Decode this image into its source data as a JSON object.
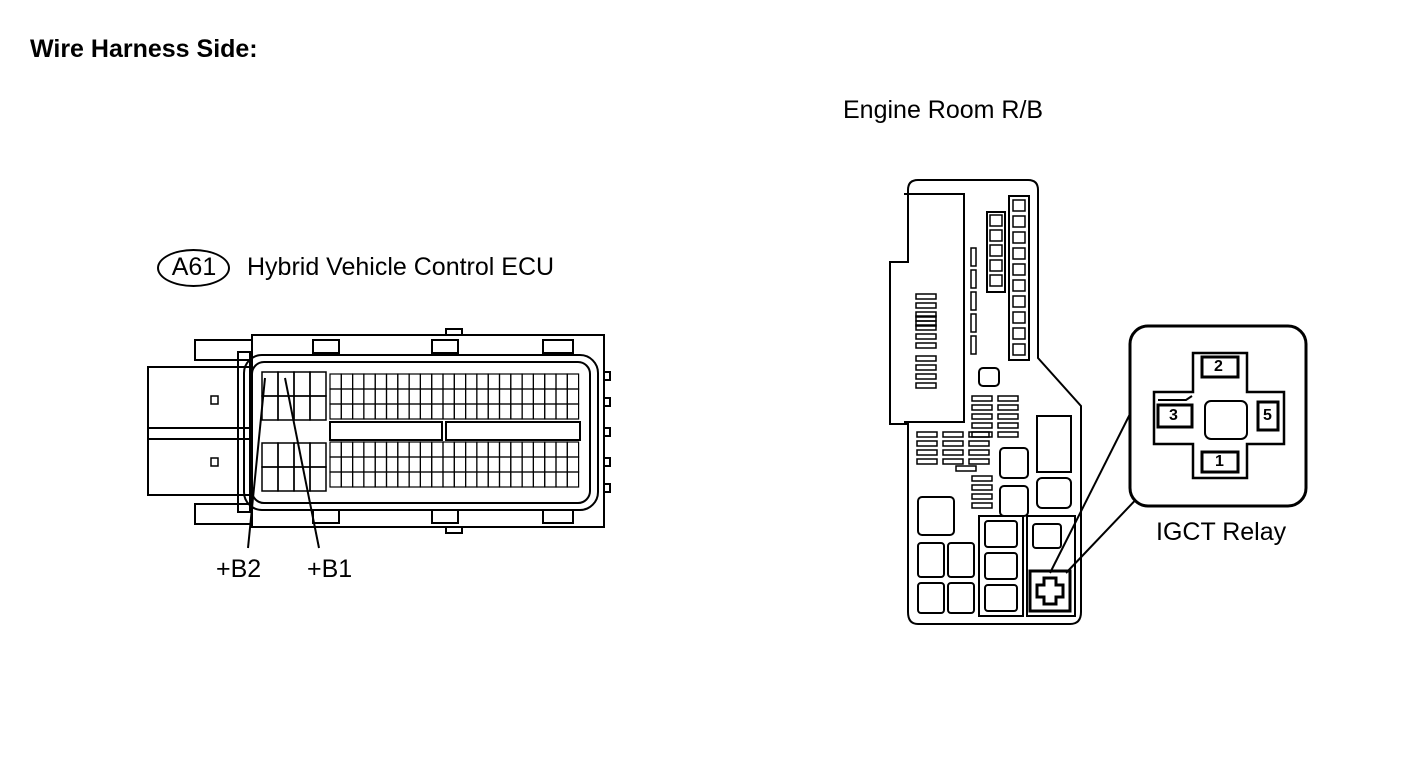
{
  "page": {
    "title": "Wire Harness Side:"
  },
  "ecu": {
    "connector_code": "A61",
    "name": "Hybrid Vehicle Control ECU",
    "pins": [
      {
        "label": "+B2"
      },
      {
        "label": "+B1"
      }
    ]
  },
  "relay_block": {
    "title": "Engine Room R/B",
    "relay_name": "IGCT Relay",
    "relay_terminals": [
      "2",
      "3",
      "5",
      "1"
    ]
  }
}
